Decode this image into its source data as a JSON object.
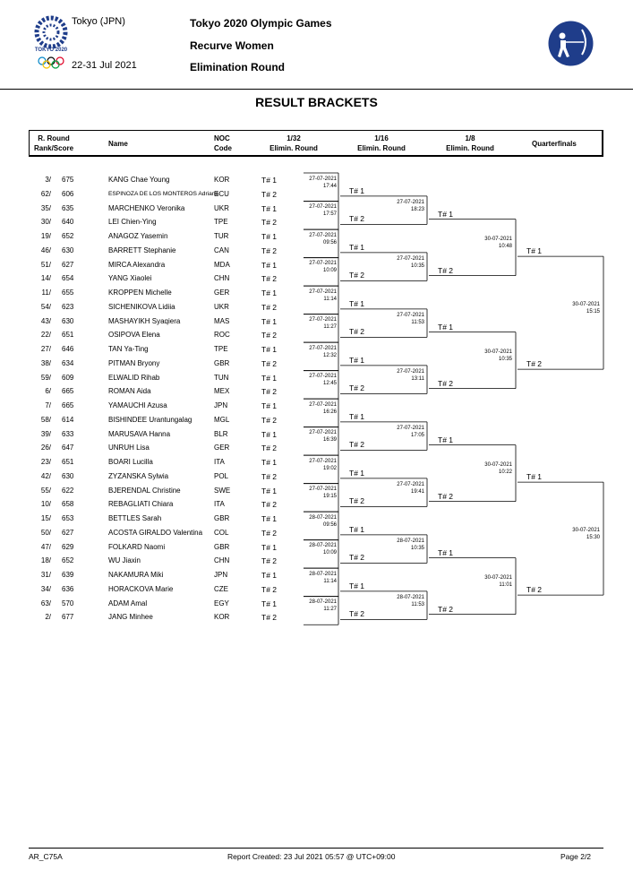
{
  "header": {
    "location": "Tokyo (JPN)",
    "dates": "22-31 Jul 2021",
    "event_line1": "Tokyo 2020 Olympic Games",
    "event_line2": "Recurve Women",
    "event_line3": "Elimination Round",
    "logo_text": "TOKYO 2020"
  },
  "title": "RESULT BRACKETS",
  "columns": {
    "rank_l1": "R. Round",
    "rank_l2": "Rank/Score",
    "name": "Name",
    "noc_l1": "NOC",
    "noc_l2": "Code",
    "r32_l1": "1/32",
    "r32_l2": "Elimin. Round",
    "r16_l1": "1/16",
    "r16_l2": "Elimin. Round",
    "r8_l1": "1/8",
    "r8_l2": "Elimin. Round",
    "qf": "Quarterfinals"
  },
  "athletes": [
    {
      "rank": "3/",
      "score": "675",
      "name": "KANG Chae Young",
      "noc": "KOR",
      "target": "T# 1"
    },
    {
      "rank": "62/",
      "score": "606",
      "name": "ESPINOZA DE LOS MONTEROS Adriana",
      "noc": "ECU",
      "target": "T# 2"
    },
    {
      "rank": "35/",
      "score": "635",
      "name": "MARCHENKO Veronika",
      "noc": "UKR",
      "target": "T# 1"
    },
    {
      "rank": "30/",
      "score": "640",
      "name": "LEI Chien-Ying",
      "noc": "TPE",
      "target": "T# 2"
    },
    {
      "rank": "19/",
      "score": "652",
      "name": "ANAGOZ Yasemin",
      "noc": "TUR",
      "target": "T# 1"
    },
    {
      "rank": "46/",
      "score": "630",
      "name": "BARRETT Stephanie",
      "noc": "CAN",
      "target": "T# 2"
    },
    {
      "rank": "51/",
      "score": "627",
      "name": "MIRCA Alexandra",
      "noc": "MDA",
      "target": "T# 1"
    },
    {
      "rank": "14/",
      "score": "654",
      "name": "YANG Xiaolei",
      "noc": "CHN",
      "target": "T# 2"
    },
    {
      "rank": "11/",
      "score": "655",
      "name": "KROPPEN Michelle",
      "noc": "GER",
      "target": "T# 1"
    },
    {
      "rank": "54/",
      "score": "623",
      "name": "SICHENIKOVA Lidiia",
      "noc": "UKR",
      "target": "T# 2"
    },
    {
      "rank": "43/",
      "score": "630",
      "name": "MASHAYIKH Syaqiera",
      "noc": "MAS",
      "target": "T# 1"
    },
    {
      "rank": "22/",
      "score": "651",
      "name": "OSIPOVA Elena",
      "noc": "ROC",
      "target": "T# 2"
    },
    {
      "rank": "27/",
      "score": "646",
      "name": "TAN Ya-Ting",
      "noc": "TPE",
      "target": "T# 1"
    },
    {
      "rank": "38/",
      "score": "634",
      "name": "PITMAN Bryony",
      "noc": "GBR",
      "target": "T# 2"
    },
    {
      "rank": "59/",
      "score": "609",
      "name": "ELWALID Rihab",
      "noc": "TUN",
      "target": "T# 1"
    },
    {
      "rank": "6/",
      "score": "665",
      "name": "ROMAN Aida",
      "noc": "MEX",
      "target": "T# 2"
    },
    {
      "rank": "7/",
      "score": "665",
      "name": "YAMAUCHI Azusa",
      "noc": "JPN",
      "target": "T# 1"
    },
    {
      "rank": "58/",
      "score": "614",
      "name": "BISHINDEE Urantungalag",
      "noc": "MGL",
      "target": "T# 2"
    },
    {
      "rank": "39/",
      "score": "633",
      "name": "MARUSAVA Hanna",
      "noc": "BLR",
      "target": "T# 1"
    },
    {
      "rank": "26/",
      "score": "647",
      "name": "UNRUH Lisa",
      "noc": "GER",
      "target": "T# 2"
    },
    {
      "rank": "23/",
      "score": "651",
      "name": "BOARI Lucilla",
      "noc": "ITA",
      "target": "T# 1"
    },
    {
      "rank": "42/",
      "score": "630",
      "name": "ZYZANSKA Sylwia",
      "noc": "POL",
      "target": "T# 2"
    },
    {
      "rank": "55/",
      "score": "622",
      "name": "BJERENDAL Christine",
      "noc": "SWE",
      "target": "T# 1"
    },
    {
      "rank": "10/",
      "score": "658",
      "name": "REBAGLIATI Chiara",
      "noc": "ITA",
      "target": "T# 2"
    },
    {
      "rank": "15/",
      "score": "653",
      "name": "BETTLES Sarah",
      "noc": "GBR",
      "target": "T# 1"
    },
    {
      "rank": "50/",
      "score": "627",
      "name": "ACOSTA GIRALDO Valentina",
      "noc": "COL",
      "target": "T# 2"
    },
    {
      "rank": "47/",
      "score": "629",
      "name": "FOLKARD Naomi",
      "noc": "GBR",
      "target": "T# 1"
    },
    {
      "rank": "18/",
      "score": "652",
      "name": "WU Jiaxin",
      "noc": "CHN",
      "target": "T# 2"
    },
    {
      "rank": "31/",
      "score": "639",
      "name": "NAKAMURA Miki",
      "noc": "JPN",
      "target": "T# 1"
    },
    {
      "rank": "34/",
      "score": "636",
      "name": "HORACKOVA Marie",
      "noc": "CZE",
      "target": "T# 2"
    },
    {
      "rank": "63/",
      "score": "570",
      "name": "ADAM Amal",
      "noc": "EGY",
      "target": "T# 1"
    },
    {
      "rank": "2/",
      "score": "677",
      "name": "JANG Minhee",
      "noc": "KOR",
      "target": "T# 2"
    }
  ],
  "r32_matches": [
    {
      "date": "27-07-2021",
      "time": "17:44"
    },
    {
      "date": "27-07-2021",
      "time": "17:57"
    },
    {
      "date": "27-07-2021",
      "time": "09:56"
    },
    {
      "date": "27-07-2021",
      "time": "10:09"
    },
    {
      "date": "27-07-2021",
      "time": "11:14"
    },
    {
      "date": "27-07-2021",
      "time": "11:27"
    },
    {
      "date": "27-07-2021",
      "time": "12:32"
    },
    {
      "date": "27-07-2021",
      "time": "12:45"
    },
    {
      "date": "27-07-2021",
      "time": "16:26"
    },
    {
      "date": "27-07-2021",
      "time": "16:39"
    },
    {
      "date": "27-07-2021",
      "time": "19:02"
    },
    {
      "date": "27-07-2021",
      "time": "19:15"
    },
    {
      "date": "28-07-2021",
      "time": "09:56"
    },
    {
      "date": "28-07-2021",
      "time": "10:09"
    },
    {
      "date": "28-07-2021",
      "time": "11:14"
    },
    {
      "date": "28-07-2021",
      "time": "11:27"
    }
  ],
  "r16_slots": [
    "T# 1",
    "T# 2",
    "T# 1",
    "T# 2",
    "T# 1",
    "T# 2",
    "T# 1",
    "T# 2",
    "T# 1",
    "T# 2",
    "T# 1",
    "T# 2",
    "T# 1",
    "T# 2",
    "T# 1",
    "T# 2"
  ],
  "r16_matches": [
    {
      "date": "27-07-2021",
      "time": "18:23"
    },
    {
      "date": "27-07-2021",
      "time": "10:35"
    },
    {
      "date": "27-07-2021",
      "time": "11:53"
    },
    {
      "date": "27-07-2021",
      "time": "13:11"
    },
    {
      "date": "27-07-2021",
      "time": "17:05"
    },
    {
      "date": "27-07-2021",
      "time": "19:41"
    },
    {
      "date": "28-07-2021",
      "time": "10:35"
    },
    {
      "date": "28-07-2021",
      "time": "11:53"
    }
  ],
  "r8_slots": [
    "T# 1",
    "T# 2",
    "T# 1",
    "T# 2",
    "T# 1",
    "T# 2",
    "T# 1",
    "T# 2"
  ],
  "r8_matches": [
    {
      "date": "30-07-2021",
      "time": "10:48"
    },
    {
      "date": "30-07-2021",
      "time": "10:35"
    },
    {
      "date": "30-07-2021",
      "time": "10:22"
    },
    {
      "date": "30-07-2021",
      "time": "11:01"
    }
  ],
  "qf_slots": [
    "T# 1",
    "T# 2",
    "T# 1",
    "T# 2"
  ],
  "qf_matches": [
    {
      "date": "30-07-2021",
      "time": "15:15"
    },
    {
      "date": "30-07-2021",
      "time": "15:30"
    }
  ],
  "footer": {
    "code": "AR_C75A",
    "report": "Report Created: 23 Jul 2021 05:57 @ UTC+09:00",
    "page": "Page 2/2"
  },
  "colors": {
    "logo_blue": "#1f3d8a",
    "rule": "#000000"
  }
}
